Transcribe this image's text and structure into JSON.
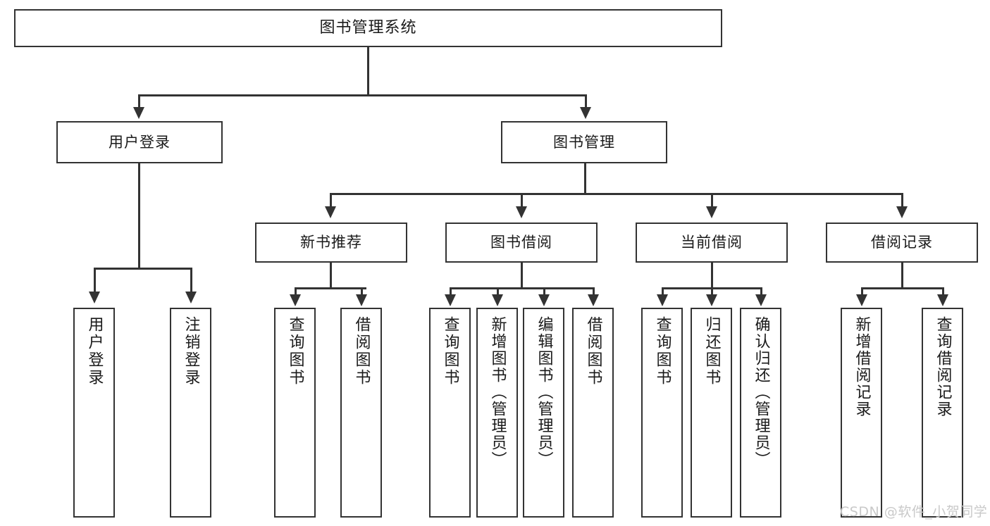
{
  "diagram": {
    "title": "图书管理系统",
    "type": "功能结构图",
    "root": {
      "label": "图书管理系统"
    },
    "level2": [
      {
        "label": "用户登录"
      },
      {
        "label": "图书管理"
      }
    ],
    "level3": [
      {
        "label": "新书推荐"
      },
      {
        "label": "图书借阅"
      },
      {
        "label": "当前借阅"
      },
      {
        "label": "借阅记录"
      }
    ],
    "leaves": {
      "user_login": [
        {
          "label": "用户登录"
        },
        {
          "label": "注销登录"
        }
      ],
      "new_book_recommend": [
        {
          "label": "查询图书"
        },
        {
          "label": "借阅图书"
        }
      ],
      "book_borrow": [
        {
          "label": "查询图书"
        },
        {
          "label": "新增图书（管理员）"
        },
        {
          "label": "编辑图书（管理员）"
        },
        {
          "label": "借阅图书"
        }
      ],
      "current_borrow": [
        {
          "label": "查询图书"
        },
        {
          "label": "归还图书"
        },
        {
          "label": "确认归还（管理员）"
        }
      ],
      "borrow_record": [
        {
          "label": "新增借阅记录"
        },
        {
          "label": "查询借阅记录"
        }
      ]
    }
  },
  "watermark": {
    "text": "CSDN @软件_小贺同学"
  },
  "colors": {
    "stroke": "#333333",
    "text": "#1a1a1a",
    "background": "#ffffff",
    "watermark": "#c9c9c9"
  }
}
